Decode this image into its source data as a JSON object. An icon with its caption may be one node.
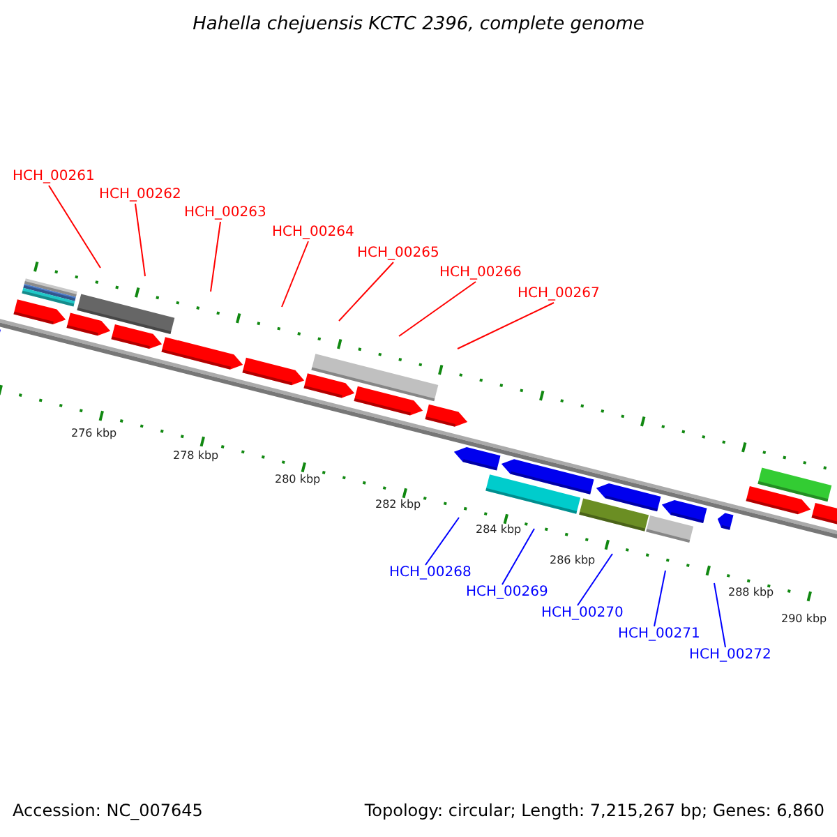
{
  "diagram": {
    "title": "Hahella chejuensis KCTC 2396, complete genome",
    "nodes": [
      {
        "text": [
          "HCH_00261"
        ]
      },
      {
        "text": [
          "HCH_00262"
        ]
      },
      {
        "text": [
          "HCH_00263"
        ]
      },
      {
        "text": [
          "HCH_00264"
        ]
      },
      {
        "text": [
          "HCH_00265"
        ]
      },
      {
        "text": [
          "HCH_00266"
        ]
      },
      {
        "text": [
          "HCH_00267"
        ]
      },
      {
        "text": [
          "HCH_00268"
        ]
      },
      {
        "text": [
          "HCH_00269"
        ]
      },
      {
        "text": [
          "HCH_00270"
        ]
      },
      {
        "text": [
          "HCH_00271"
        ]
      },
      {
        "text": [
          "HCH_00272"
        ]
      }
    ],
    "edges": [
      {
        "from": 0,
        "to": null,
        "arrow": "none"
      },
      {
        "from": 1,
        "to": null,
        "arrow": "none"
      },
      {
        "from": 2,
        "to": null,
        "arrow": "none"
      },
      {
        "from": 3,
        "to": null,
        "arrow": "none"
      },
      {
        "from": 4,
        "to": null,
        "arrow": "none"
      },
      {
        "from": 5,
        "to": null,
        "arrow": "none"
      },
      {
        "from": 6,
        "to": null,
        "arrow": "none"
      },
      {
        "from": 7,
        "to": null,
        "arrow": "none",
        "color": "#0000ff"
      },
      {
        "from": 8,
        "to": null,
        "arrow": "none",
        "color": "#0000ff"
      },
      {
        "from": 9,
        "to": null,
        "arrow": "none",
        "color": "#0000ff"
      },
      {
        "from": 10,
        "to": null,
        "arrow": "none",
        "color": "#0000ff"
      },
      {
        "from": 11,
        "to": null,
        "arrow": "none",
        "color": "#0000ff"
      }
    ],
    "labels": [
      "276 kbp",
      "278 kbp",
      "280 kbp",
      "282 kbp",
      "284 kbp",
      "286 kbp",
      "288 kbp",
      "290 kbp",
      "Accession: NC_007645",
      "Topology: circular; Length: 7,215,267 bp; Genes: 6,860"
    ]
  }
}
